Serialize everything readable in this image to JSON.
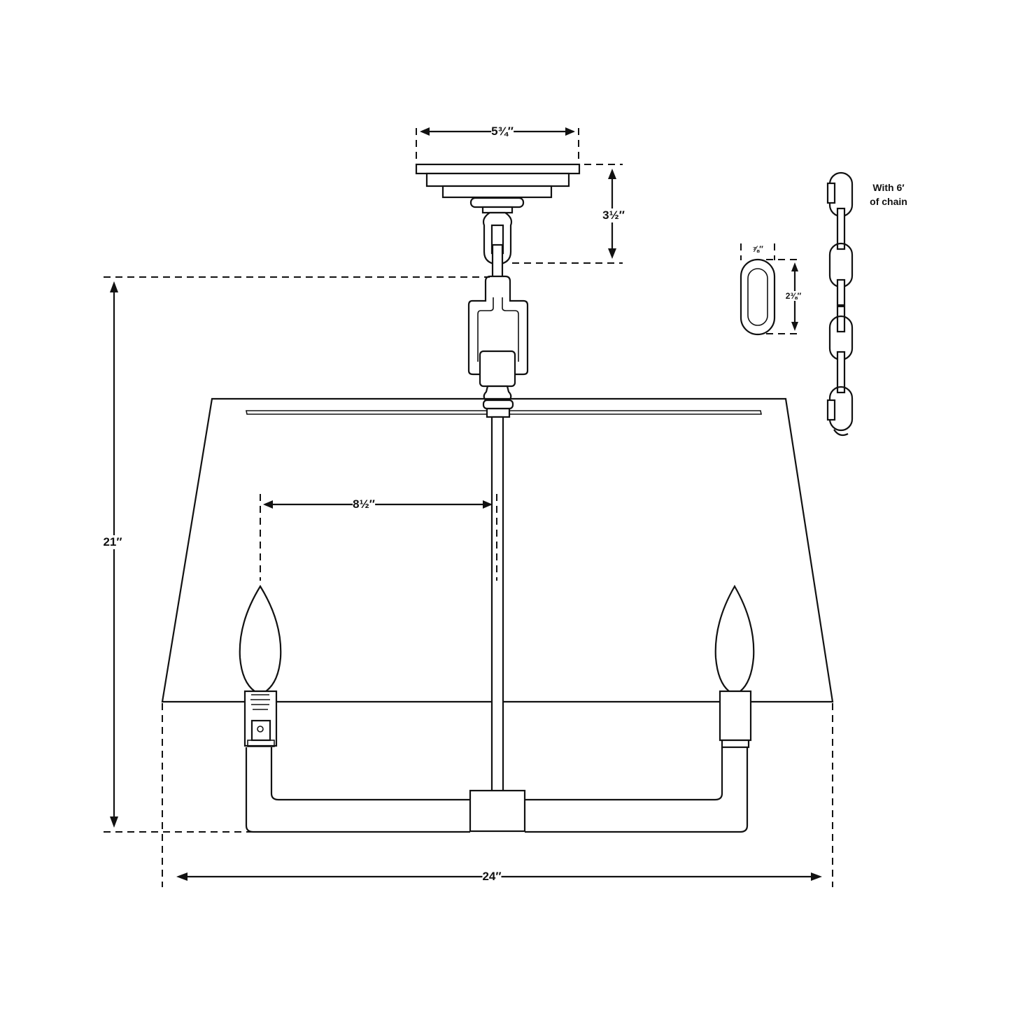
{
  "diagram": {
    "type": "product-dimension-drawing",
    "subject": "two-light shaded semi-flush / pendant fixture"
  },
  "dimensions": {
    "canopy_width": "5¾″",
    "canopy_height": "3½″",
    "overall_height": "21″",
    "arm_reach": "8½″",
    "overall_width": "24″",
    "link_width": "⅞″",
    "link_height": "2⅜″"
  },
  "notes": {
    "chain_line1": "With 6′",
    "chain_line2": "of chain"
  },
  "colors": {
    "line": "#111111",
    "background": "#ffffff"
  }
}
